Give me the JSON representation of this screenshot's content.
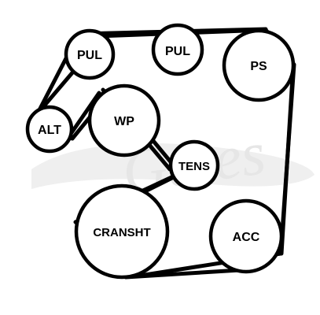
{
  "pulleys": [
    {
      "id": "pul-left",
      "label": "PUL"
    },
    {
      "id": "pul-center",
      "label": "PUL"
    },
    {
      "id": "ps",
      "label": "PS"
    },
    {
      "id": "alt",
      "label": "ALT"
    },
    {
      "id": "wp",
      "label": "WP"
    },
    {
      "id": "tens",
      "label": "TENS"
    },
    {
      "id": "cranksht",
      "label": "CRANSHT"
    },
    {
      "id": "acc",
      "label": "ACC"
    }
  ],
  "watermark": {
    "text": "Gates",
    "color": "#ececec"
  },
  "colors": {
    "stroke": "#000000",
    "fill": "#ffffff"
  }
}
